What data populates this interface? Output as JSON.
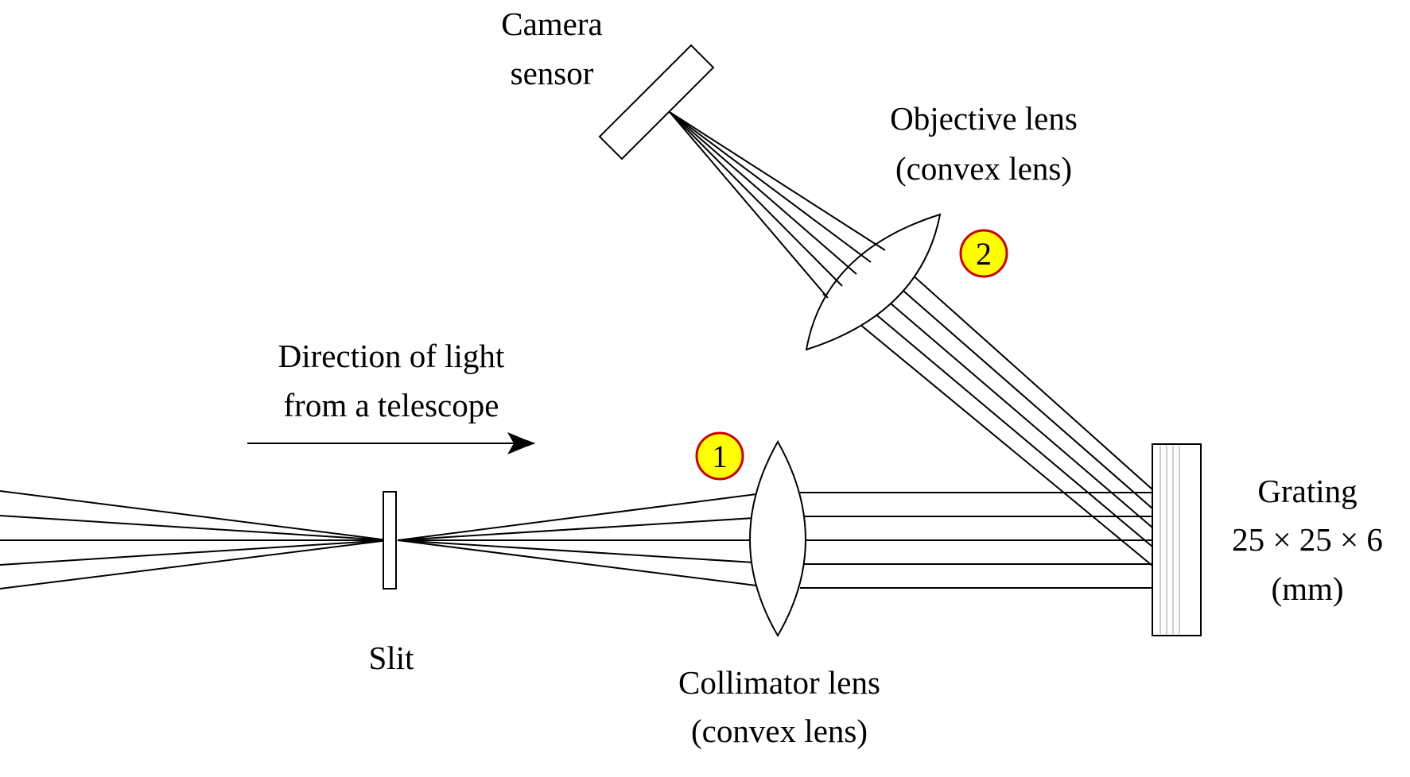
{
  "labels": {
    "camera_line1": "Camera",
    "camera_line2": "sensor",
    "objective_line1": "Objective lens",
    "objective_line2": "(convex lens)",
    "direction_line1": "Direction of light",
    "direction_line2": "from a telescope",
    "slit": "Slit",
    "collimator_line1": "Collimator lens",
    "collimator_line2": "(convex lens)",
    "grating_line1": "Grating",
    "grating_line2": "25 × 25 × 6",
    "grating_line3": "(mm)"
  },
  "markers": {
    "one": "1",
    "two": "2"
  },
  "colors": {
    "line": "#000000",
    "marker_fill": "#ffff00",
    "marker_stroke": "#cc0000",
    "background": "#ffffff"
  }
}
